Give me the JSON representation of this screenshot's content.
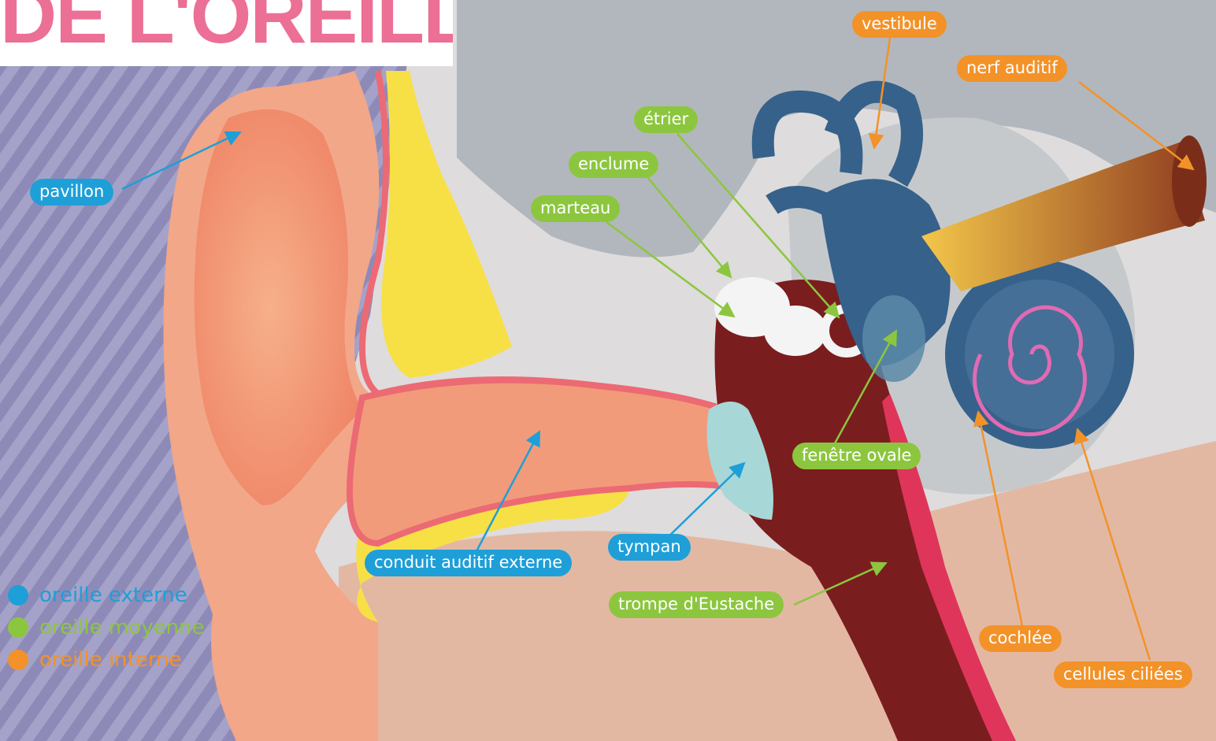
{
  "title": "DE L'OREILLE",
  "colors": {
    "externe": "#1e9fd8",
    "moyenne": "#8cc63f",
    "interne": "#f39228",
    "title": "#ec6f95"
  },
  "labels": {
    "pavillon": "pavillon",
    "vestibule": "vestibule",
    "nerf_auditif": "nerf auditif",
    "etrier": "étrier",
    "enclume": "enclume",
    "marteau": "marteau",
    "fenetre_ovale": "fenêtre ovale",
    "tympan": "tympan",
    "conduit": "conduit auditif externe",
    "trompe": "trompe d'Eustache",
    "cochlee": "cochlée",
    "cellules": "cellules ciliées"
  },
  "legend": [
    {
      "label": "oreille externe",
      "color": "#1e9fd8"
    },
    {
      "label": "oreille moyenne",
      "color": "#8cc63f"
    },
    {
      "label": "oreille interne",
      "color": "#f39228"
    }
  ]
}
